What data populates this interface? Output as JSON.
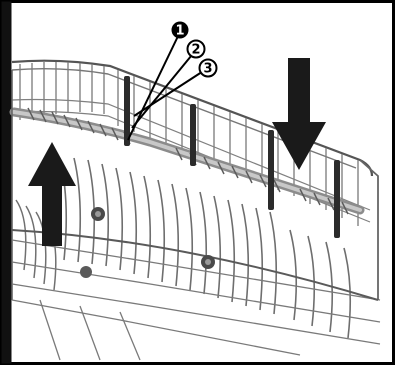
{
  "figure": {
    "callouts": [
      {
        "number": "1"
      },
      {
        "number": "2"
      },
      {
        "number": "3"
      }
    ],
    "arrows": [
      {
        "name": "down-arrow",
        "direction": "down"
      },
      {
        "name": "up-arrow",
        "direction": "up"
      }
    ],
    "colors": {
      "frame": "#000000",
      "background": "#ffffff",
      "wire": "#6a6a6a",
      "wire_dark": "#2b2b2b",
      "rail": "#9a9a9a",
      "arrow": "#1a1a1a"
    }
  }
}
